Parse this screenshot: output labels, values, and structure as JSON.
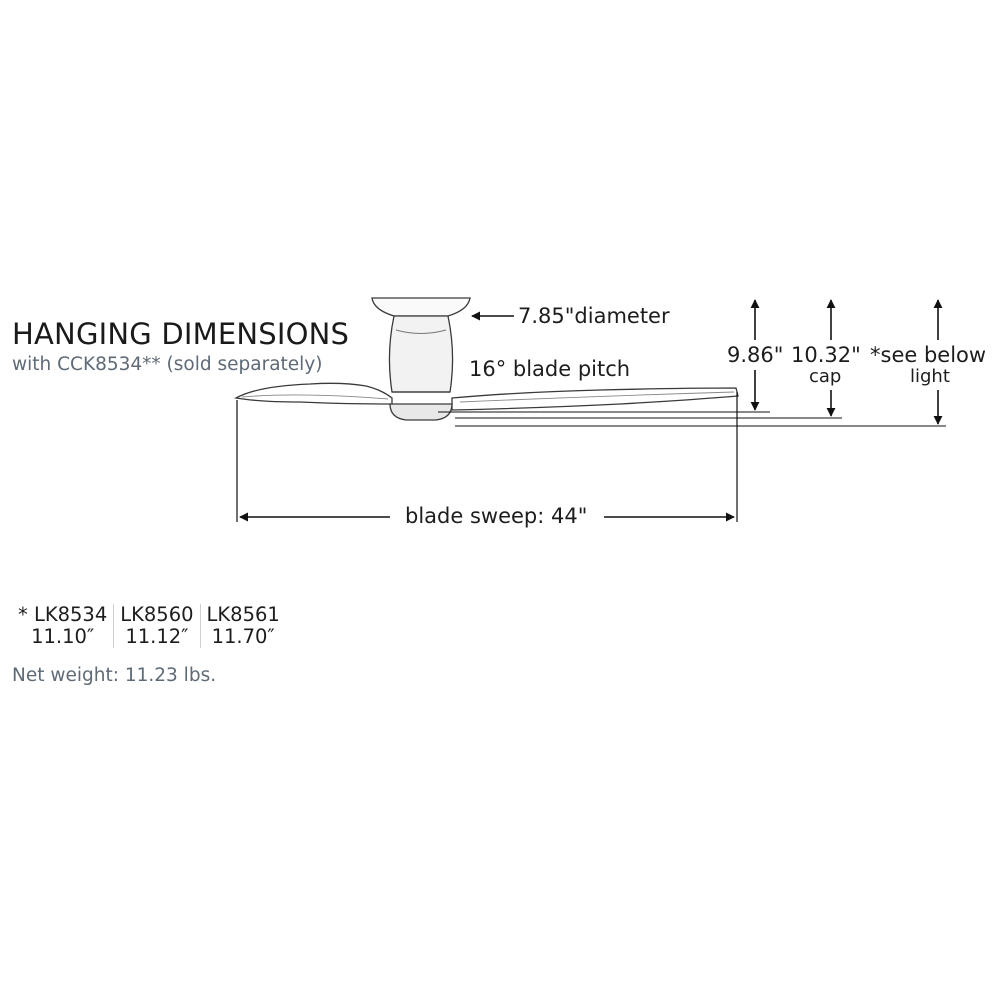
{
  "header": {
    "title": "HANGING DIMENSIONS",
    "subtitle": "with CCK8534** (sold separately)"
  },
  "dimensions": {
    "diameter": "7.85\"diameter",
    "blade_pitch": "16° blade pitch",
    "height_1": "9.86\"",
    "height_2": "10.32\"",
    "height_2_note": "cap",
    "height_3": "*see below",
    "height_3_note": "light",
    "blade_sweep": "blade sweep: 44\""
  },
  "models": [
    {
      "name": "* LK8534",
      "value": "11.10″"
    },
    {
      "name": "LK8560",
      "value": "11.12″"
    },
    {
      "name": "LK8561",
      "value": "11.70″"
    }
  ],
  "footer": {
    "net_weight": "Net weight: 11.23 lbs."
  }
}
